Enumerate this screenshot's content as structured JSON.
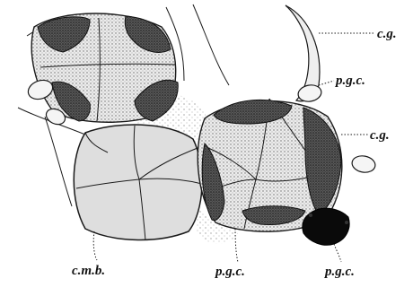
{
  "colors": {
    "background": "#ffffff",
    "ink": "#1a1a1a",
    "cell_fill": "#dcdcdc",
    "dark_stipple": "#3a3a3a",
    "pigment": "#0a0a0a"
  },
  "labels": {
    "cg_top": "c.g.",
    "pgc_top": "p.g.c.",
    "cg_right": "c.g.",
    "cmb": "c.m.b.",
    "pgc_bottom_mid": "p.g.c.",
    "pgc_bottom_right": "p.g.c."
  }
}
